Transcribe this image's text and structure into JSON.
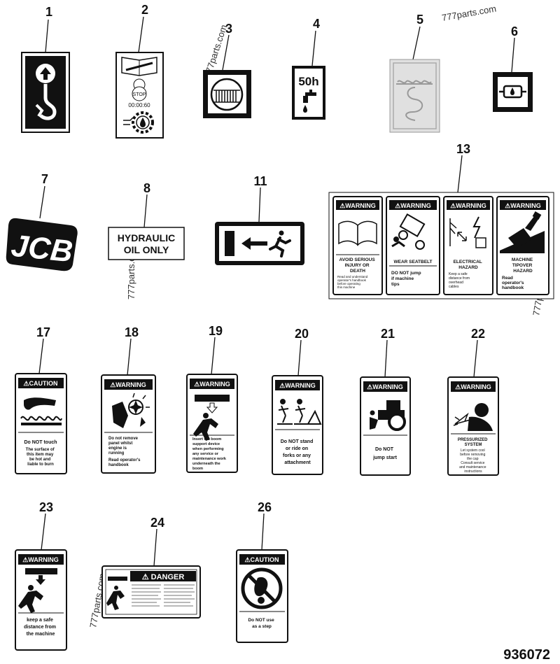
{
  "diagram": {
    "drawing_number": "936072",
    "watermark": "777parts.com",
    "callouts": [
      "1",
      "2",
      "3",
      "4",
      "5",
      "6",
      "7",
      "8",
      "11",
      "13",
      "17",
      "18",
      "19",
      "20",
      "21",
      "22",
      "23",
      "24",
      "26"
    ],
    "labels": {
      "l2_stop": "STOP",
      "l2_time": "00:00:60",
      "l4_interval": "50h",
      "l7_brand": "JCB",
      "l8_line1": "HYDRAULIC",
      "l8_line2": "OIL ONLY",
      "warning": "WARNING",
      "caution": "CAUTION",
      "danger": "DANGER",
      "l13a_text": [
        "AVOID SERIOUS",
        "INJURY OR",
        "DEATH"
      ],
      "l13a_sub": [
        "Read and understand",
        "operator's handbook",
        "before operating",
        "this machine"
      ],
      "l13b_text": "WEAR SEATBELT",
      "l13b_sub": [
        "DO NOT jump",
        "if machine",
        "tips"
      ],
      "l13c_text": [
        "ELECTRICAL",
        "HAZARD"
      ],
      "l13c_sub": [
        "Keep a safe",
        "distance from",
        "overhead",
        "cables"
      ],
      "l13d_text": [
        "MACHINE",
        "TIPOVER",
        "HAZARD"
      ],
      "l13d_sub": [
        "Read",
        "operator's",
        "handbook"
      ],
      "l17_text": [
        "Do NOT touch",
        "The surface of",
        "this item may",
        "be hot and",
        "liable to burn"
      ],
      "l18_text": [
        "Do not remove",
        "panel whilst",
        "engine is",
        "running",
        "Read operator's",
        "handbook"
      ],
      "l19_text": [
        "Insert the boom",
        "support device",
        "when performing",
        "any service or",
        "maintenance work",
        "underneath the",
        "boom"
      ],
      "l20_text": [
        "Do NOT stand",
        "or ride on",
        "forks or any",
        "attachment"
      ],
      "l21_text": [
        "Do NOT",
        "jump start"
      ],
      "l22_text": [
        "PRESSURIZED",
        "SYSTEM",
        "Let system cool",
        "before removing",
        "the cap",
        "Consult service",
        "and maintenance",
        "instructions"
      ],
      "l23_text": [
        "keep a safe",
        "distance from",
        "the machine"
      ],
      "l26_text": [
        "Do NOT use",
        "as a step"
      ]
    }
  }
}
